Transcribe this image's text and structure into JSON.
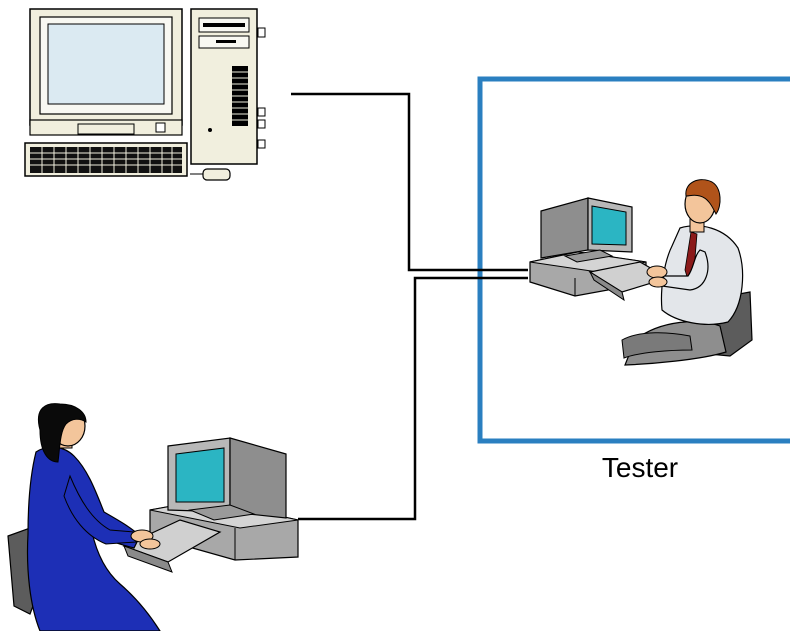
{
  "diagram": {
    "tester_label": "Tester",
    "colors": {
      "frame": "#2a7fc0",
      "wire": "#000000",
      "screen": "#2bb5c3",
      "monitor_gray": "#b8b8b8",
      "desktop_beige": "#f1efde",
      "woman_dress": "#1d2fb6",
      "man_shirt": "#e3e6ea",
      "man_pants": "#8e8e8e",
      "chair": "#5c5c5c"
    },
    "nodes": [
      {
        "id": "desktop-pc",
        "icon": "desktop-computer-icon"
      },
      {
        "id": "tester-workstation",
        "icon": "man-at-computer-icon"
      },
      {
        "id": "user-workstation",
        "icon": "woman-at-computer-icon"
      }
    ]
  }
}
